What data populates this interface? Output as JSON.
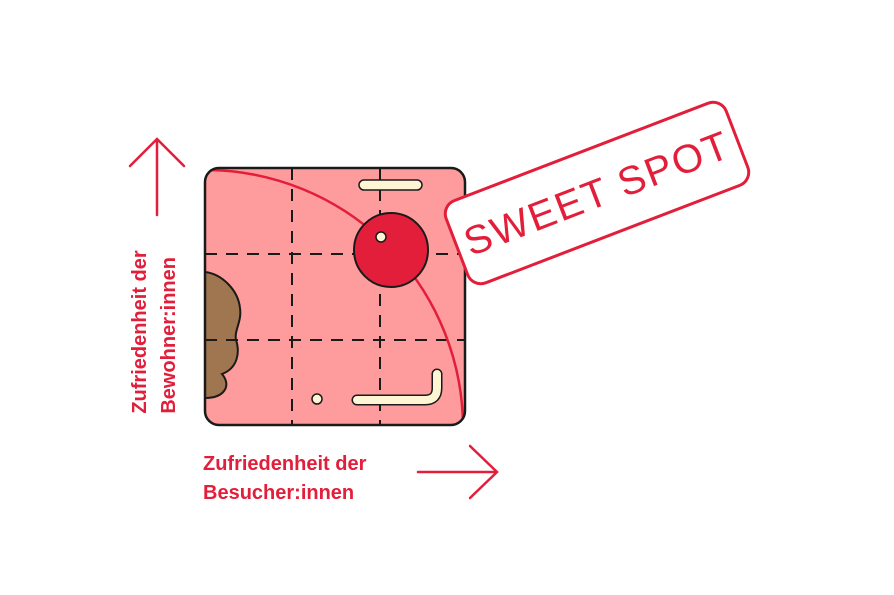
{
  "y_axis": {
    "line1": "Zufriedenheit der",
    "line2": "Bewohner:innen"
  },
  "x_axis": {
    "line1": "Zufriedenheit der",
    "line2": "Besucher:innen"
  },
  "tag": {
    "text": "SWEET SPOT"
  },
  "colors": {
    "accent": "#e31e3a",
    "square": "#fe9b9c",
    "blob": "#a07650",
    "cream": "#fdf5d4",
    "outline": "#1a1a1a"
  }
}
